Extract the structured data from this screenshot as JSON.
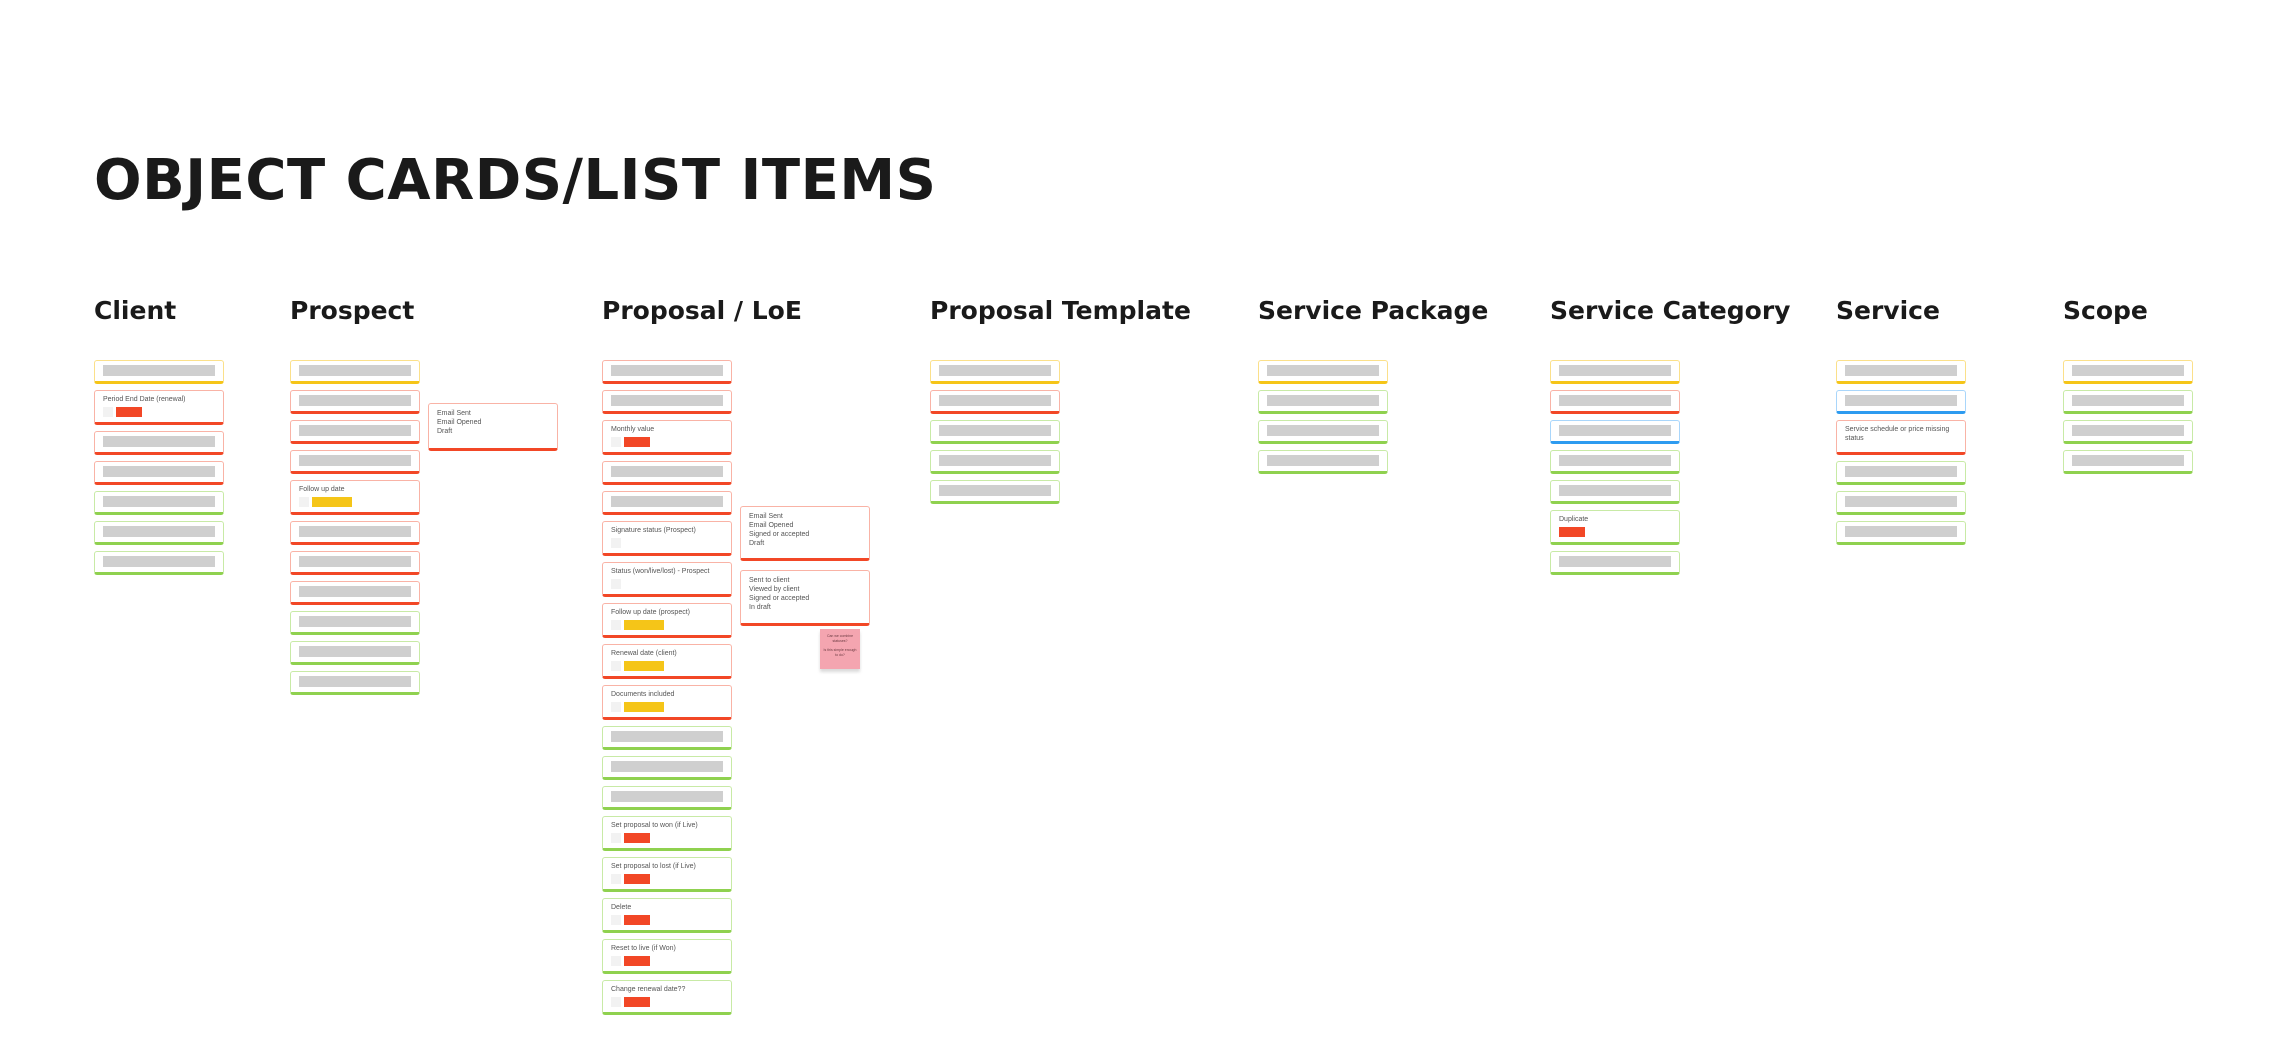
{
  "page": {
    "title": "OBJECT CARDS/LIST ITEMS"
  },
  "colors": {
    "yellow": "#f5c518",
    "red": "#f24726",
    "green": "#8fd14f",
    "blue": "#2d9bf0",
    "placeholder": "#cfcfcf",
    "sticky": "#f4a5b0"
  },
  "columns": [
    {
      "title": "Client",
      "cards": [
        {
          "c": "yellow"
        },
        {
          "c": "red",
          "label": "Period End Date (renewal)",
          "bar": "red"
        },
        {
          "c": "red"
        },
        {
          "c": "red"
        },
        {
          "c": "green"
        },
        {
          "c": "green"
        },
        {
          "c": "green"
        }
      ]
    },
    {
      "title": "Prospect",
      "cards": [
        {
          "c": "yellow"
        },
        {
          "c": "red"
        },
        {
          "c": "red"
        },
        {
          "c": "red"
        },
        {
          "c": "red",
          "label": "Follow up date",
          "bar": "yellow"
        },
        {
          "c": "red"
        },
        {
          "c": "red"
        },
        {
          "c": "red"
        },
        {
          "c": "green"
        },
        {
          "c": "green"
        },
        {
          "c": "green"
        }
      ]
    },
    {
      "title": "Proposal / LoE",
      "cards": [
        {
          "c": "red"
        },
        {
          "c": "red"
        },
        {
          "c": "red",
          "label": "Monthly value",
          "bar": "red"
        },
        {
          "c": "red"
        },
        {
          "c": "red"
        },
        {
          "c": "red",
          "label": "Signature status (Prospect)",
          "bar": "none"
        },
        {
          "c": "red",
          "label": "Status (won/live/lost) - Prospect",
          "bar": "none"
        },
        {
          "c": "red",
          "label": "Follow up date (prospect)",
          "bar": "yellow"
        },
        {
          "c": "red",
          "label": "Renewal date (client)",
          "bar": "yellow"
        },
        {
          "c": "red",
          "label": "Documents included",
          "bar": "yellow"
        },
        {
          "c": "green"
        },
        {
          "c": "green"
        },
        {
          "c": "green"
        },
        {
          "c": "green",
          "label": "Set proposal to won (if Live)",
          "bar": "red"
        },
        {
          "c": "green",
          "label": "Set proposal to lost (if Live)",
          "bar": "red"
        },
        {
          "c": "green",
          "label": "Delete",
          "bar": "red"
        },
        {
          "c": "green",
          "label": "Reset to live (if Won)",
          "bar": "red"
        },
        {
          "c": "green",
          "label": "Change renewal date??",
          "bar": "red"
        }
      ]
    },
    {
      "title": "Proposal Template",
      "cards": [
        {
          "c": "yellow"
        },
        {
          "c": "red"
        },
        {
          "c": "green"
        },
        {
          "c": "green"
        },
        {
          "c": "green"
        }
      ]
    },
    {
      "title": "Service Package",
      "cards": [
        {
          "c": "yellow"
        },
        {
          "c": "green"
        },
        {
          "c": "green"
        },
        {
          "c": "green"
        }
      ]
    },
    {
      "title": "Service Category",
      "cards": [
        {
          "c": "yellow"
        },
        {
          "c": "red"
        },
        {
          "c": "blue"
        },
        {
          "c": "green"
        },
        {
          "c": "green"
        },
        {
          "c": "green",
          "label": "Duplicate",
          "bar": "red",
          "nosq": true
        },
        {
          "c": "green"
        }
      ]
    },
    {
      "title": "Service",
      "cards": [
        {
          "c": "yellow"
        },
        {
          "c": "blue"
        },
        {
          "c": "red",
          "label": "Service schedule or price missing status",
          "bar": "text"
        },
        {
          "c": "green"
        },
        {
          "c": "green"
        },
        {
          "c": "green"
        }
      ]
    },
    {
      "title": "Scope",
      "cards": [
        {
          "c": "yellow"
        },
        {
          "c": "green"
        },
        {
          "c": "green"
        },
        {
          "c": "green"
        }
      ]
    }
  ],
  "side_notes": {
    "prospect_email": [
      "Email Sent",
      "Email Opened",
      "Draft"
    ],
    "proposal_signature": [
      "Email Sent",
      "Email Opened",
      "Signed or accepted",
      "Draft"
    ],
    "proposal_status": [
      "Sent to client",
      "Viewed by client",
      "Signed or accepted",
      "In draft"
    ]
  },
  "sticky_note": [
    "Can we combine statuses?",
    "Is this simple enough to do?"
  ]
}
